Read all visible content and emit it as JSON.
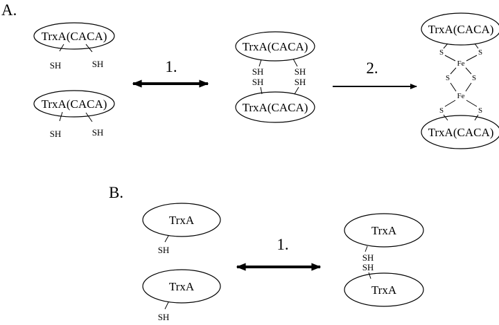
{
  "panel_a": {
    "label": "A.",
    "protein": "TrxA(CACA)",
    "thiol": "SH",
    "step1": "1.",
    "step2": "2.",
    "sulfur": "S",
    "iron": "Fe"
  },
  "panel_b": {
    "label": "B.",
    "protein": "TrxA",
    "thiol": "SH",
    "step1": "1."
  }
}
